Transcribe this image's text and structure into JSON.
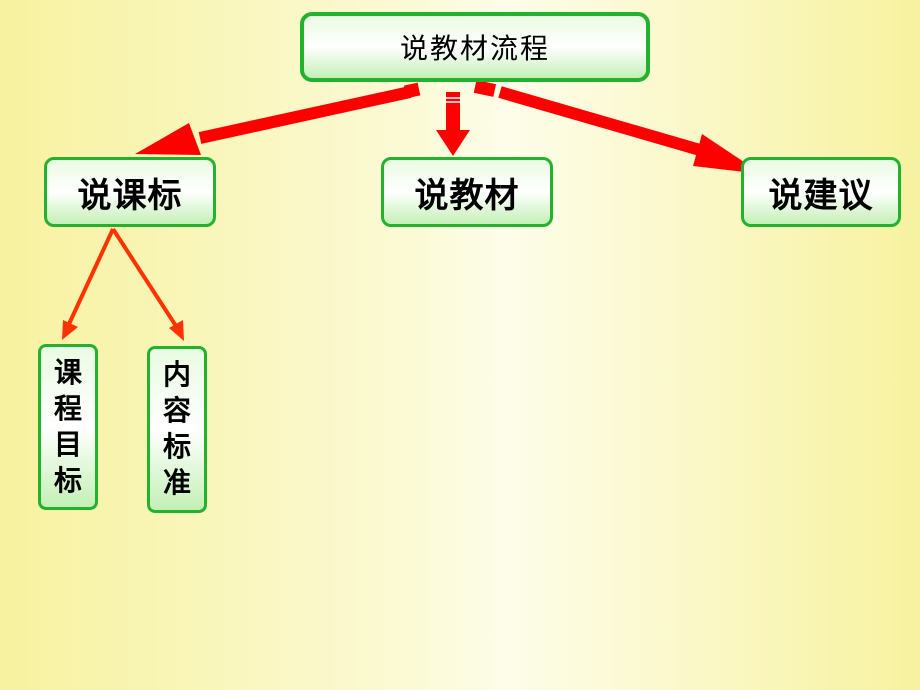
{
  "diagram": {
    "root": {
      "label": "说教材流程"
    },
    "level2": [
      {
        "id": "kebiao",
        "label": "说课标"
      },
      {
        "id": "jiaocai",
        "label": "说教材"
      },
      {
        "id": "jianyi",
        "label": "说建议"
      }
    ],
    "level3": [
      {
        "id": "mubiao",
        "label": "课程目标",
        "chars": [
          "课",
          "程",
          "目",
          "标"
        ]
      },
      {
        "id": "neirong",
        "label": "内容标准",
        "chars": [
          "内",
          "容",
          "标",
          "准"
        ]
      }
    ],
    "colors": {
      "box_border": "#22b22e",
      "box_fill": "#ffffff",
      "arrow_main": "#ff0000",
      "arrow_sub": "#ff3300",
      "background": "#f7f2a0"
    }
  }
}
